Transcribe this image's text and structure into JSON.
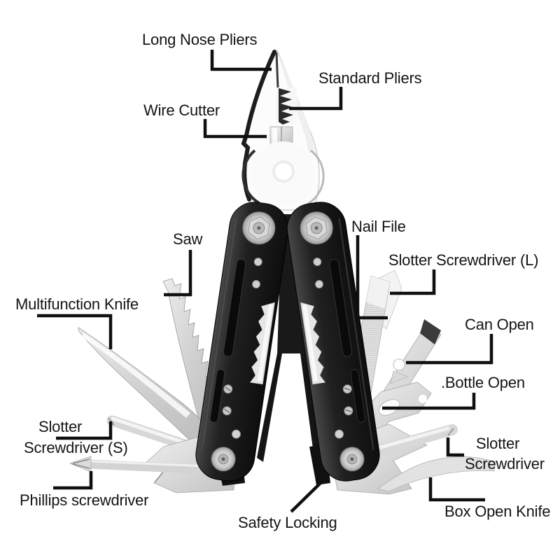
{
  "background": "#ffffff",
  "colors": {
    "label_text": "#141414",
    "leader_line": "#0f0f0f",
    "handle_black": "#1a1a1a",
    "steel": "#d6d6d6"
  },
  "labels": {
    "long_nose_pliers": {
      "text": "Long Nose Pliers"
    },
    "standard_pliers": {
      "text": "Standard Pliers"
    },
    "wire_cutter": {
      "text": "Wire Cutter"
    },
    "saw": {
      "text": "Saw"
    },
    "multifunction_knife": {
      "text": "Multifunction Knife"
    },
    "nail_file": {
      "text": "Nail File"
    },
    "slotter_screwdriver_l": {
      "text": "Slotter Screwdriver (L)"
    },
    "can_open": {
      "text": "Can Open"
    },
    "bottle_open": {
      "text": ".Bottle Open"
    },
    "slotter_screwdriver_r": {
      "line1": "Slotter",
      "line2": "Screwdriver"
    },
    "box_open_knife": {
      "text": "Box Open Knife"
    },
    "safety_locking": {
      "text": "Safety Locking"
    },
    "slotter_screwdriver_s": {
      "line1": "Slotter",
      "line2": "Screwdriver (S)"
    },
    "phillips_screwdriver": {
      "text": "Phillips screwdriver"
    }
  }
}
